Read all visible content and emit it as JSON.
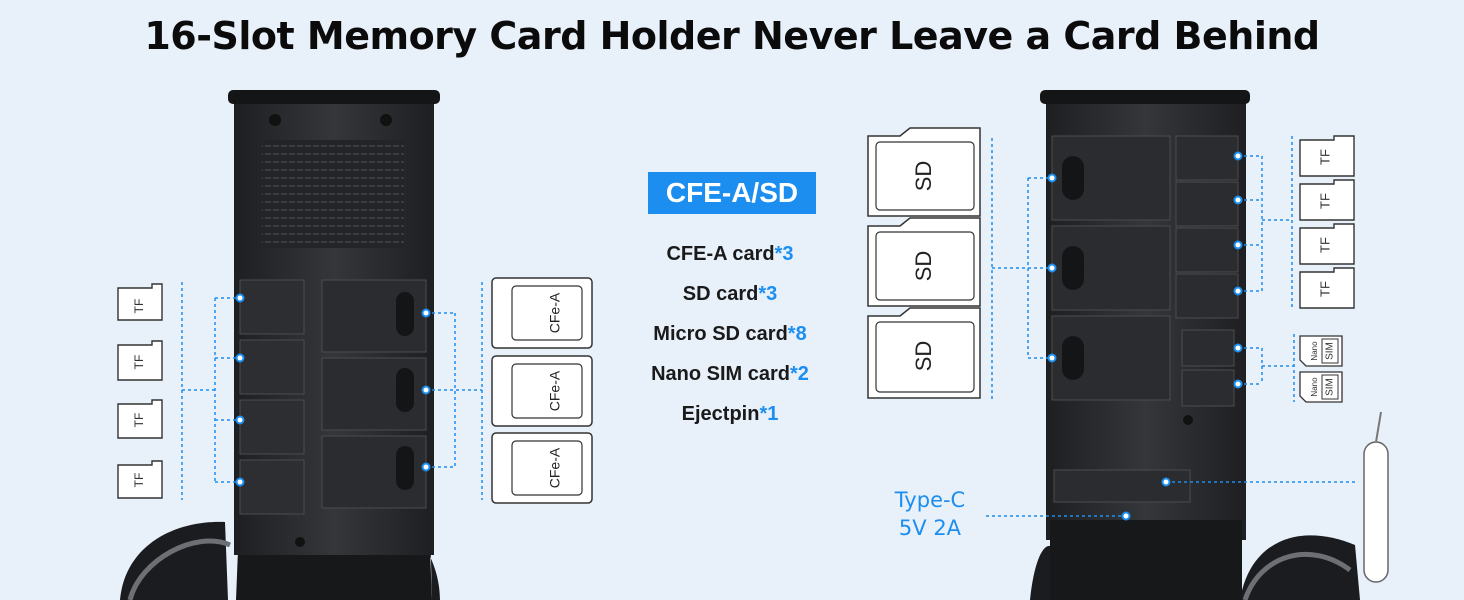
{
  "title": "16-Slot Memory Card Holder Never Leave a Card Behind",
  "badge": "CFE-A/SD",
  "specs": [
    {
      "label": "CFE-A card",
      "count": "*3"
    },
    {
      "label": "SD card",
      "count": "*3"
    },
    {
      "label": "Micro SD card",
      "count": "*8"
    },
    {
      "label": "Nano SIM card",
      "count": "*2"
    },
    {
      "label": "Ejectpin",
      "count": "*1"
    }
  ],
  "cards": {
    "tf": "TF",
    "cfe": "CFe-A",
    "sd": "SD",
    "nano_top": "Nano",
    "nano_bottom": "SIM"
  },
  "port": {
    "line1": "Type-C",
    "line2": "5V 2A"
  },
  "colors": {
    "accent": "#1c8ef0",
    "background": "#e8f0fa",
    "device": "#2a2b2e"
  }
}
